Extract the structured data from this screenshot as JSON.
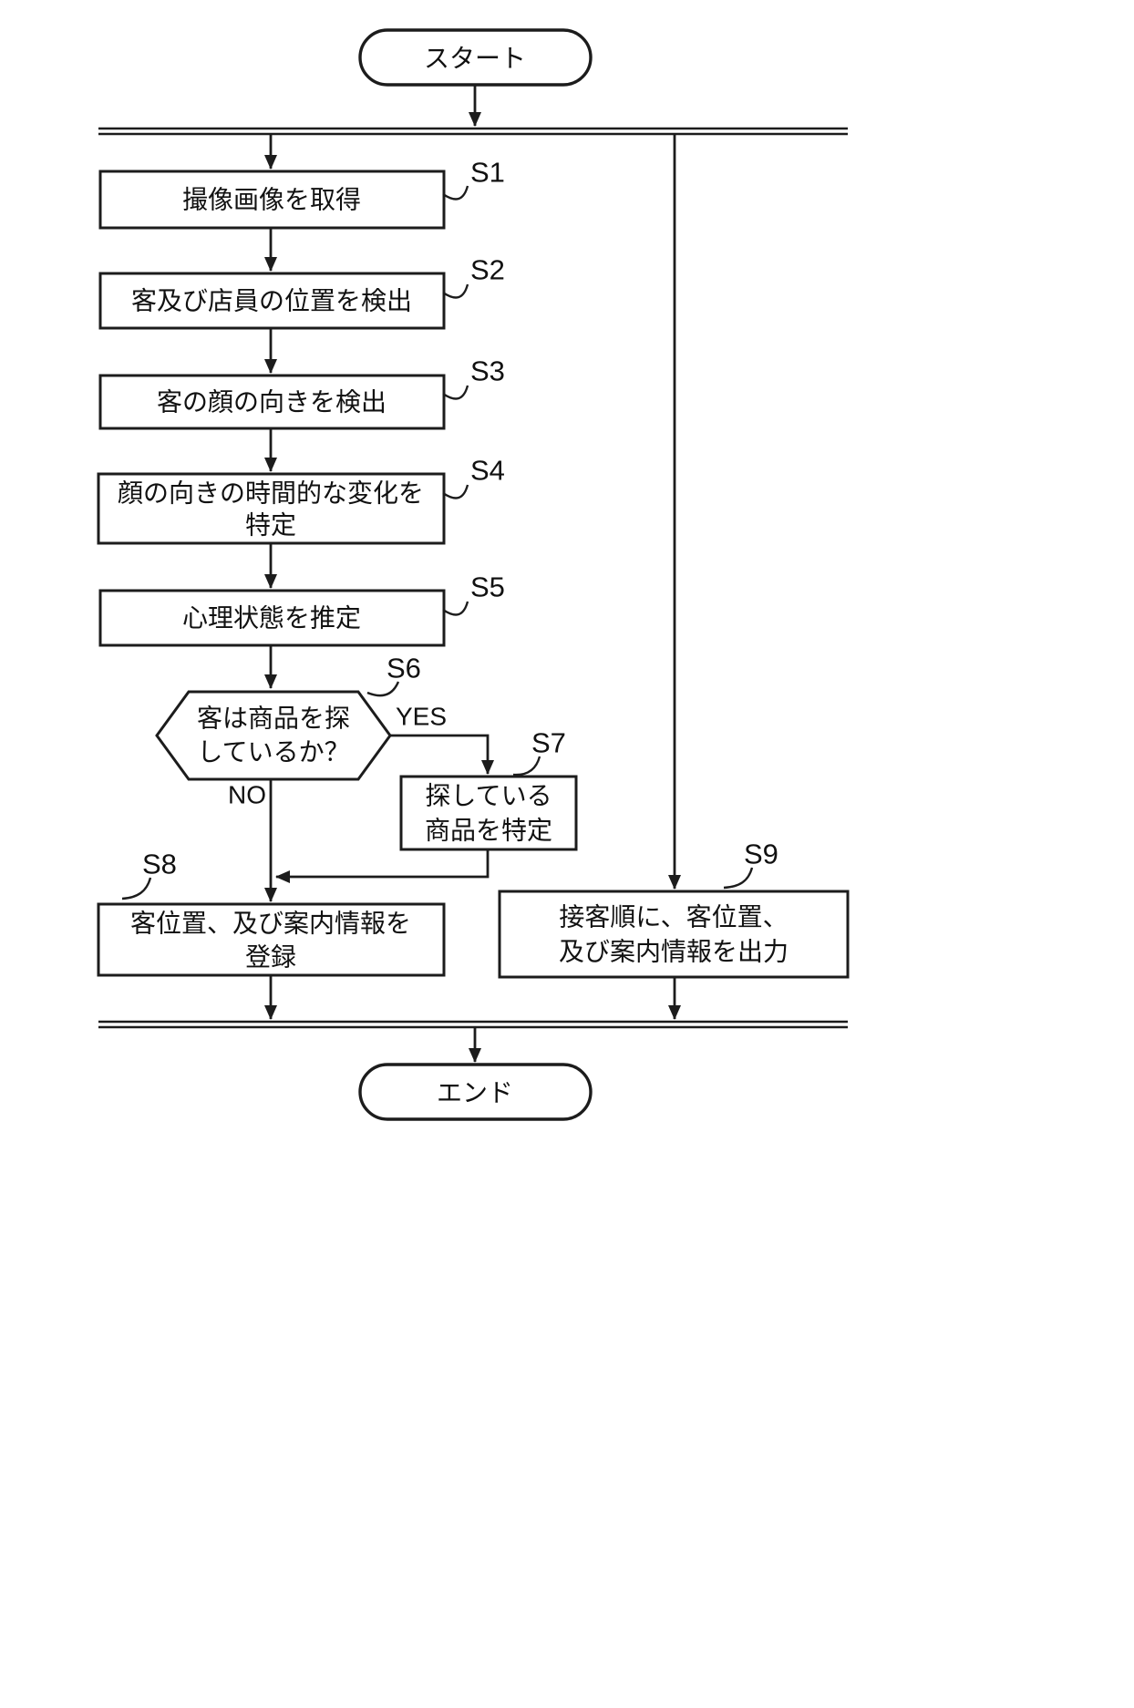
{
  "diagram": {
    "terminals": {
      "start": "スタート",
      "end": "エンド"
    },
    "steps": {
      "s1": {
        "label": "S1",
        "text": "撮像画像を取得"
      },
      "s2": {
        "label": "S2",
        "text": "客及び店員の位置を検出"
      },
      "s3": {
        "label": "S3",
        "text": "客の顔の向きを検出"
      },
      "s4": {
        "label": "S4",
        "line1": "顔の向きの時間的な変化を",
        "line2": "特定"
      },
      "s5": {
        "label": "S5",
        "text": "心理状態を推定"
      },
      "s6": {
        "label": "S6",
        "line1": "客は商品を探",
        "line2": "しているか？"
      },
      "s7": {
        "label": "S7",
        "line1": "探している",
        "line2": "商品を特定"
      },
      "s8": {
        "label": "S8",
        "line1": "客位置、及び案内情報を",
        "line2": "登録"
      },
      "s9": {
        "label": "S9",
        "line1": "接客順に、客位置、",
        "line2": "及び案内情報を出力"
      }
    },
    "branches": {
      "yes": "YES",
      "no": "NO"
    }
  }
}
